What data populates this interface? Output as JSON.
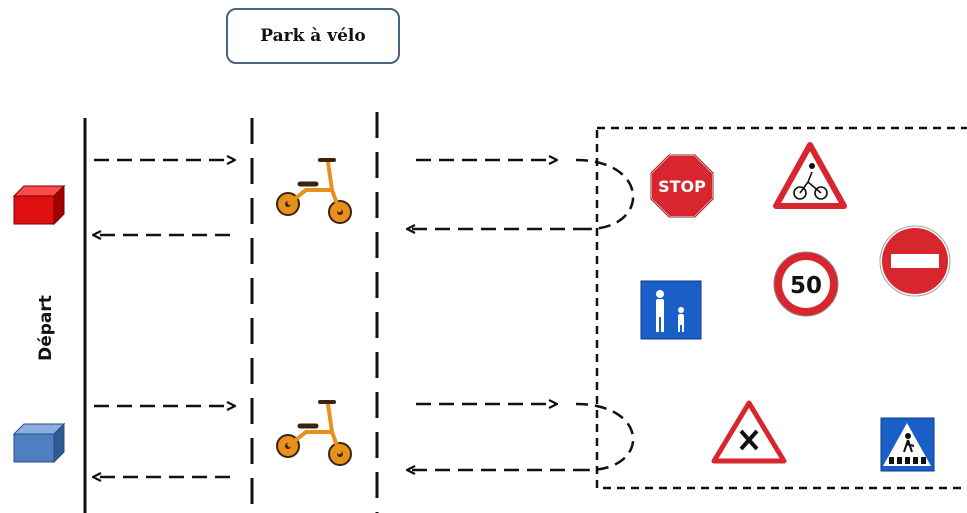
{
  "header": {
    "title": "Park à vélo"
  },
  "start": {
    "label": "Départ"
  },
  "signs": {
    "stop_text": "STOP",
    "speed_text": "50"
  },
  "colors": {
    "red_block": "#e01010",
    "blue_block": "#4f7fc0",
    "sign_red": "#d7262e",
    "sign_blue": "#1a5fc8",
    "bike_orange": "#e8901c"
  },
  "icons": [
    "red-block-icon",
    "blue-block-icon",
    "balance-bike-icon",
    "stop-sign-icon",
    "cyclist-warning-sign-icon",
    "no-entry-sign-icon",
    "speed-limit-sign-icon",
    "pedestrian-zone-sign-icon",
    "crossroads-warning-sign-icon",
    "pedestrian-crossing-sign-icon"
  ]
}
